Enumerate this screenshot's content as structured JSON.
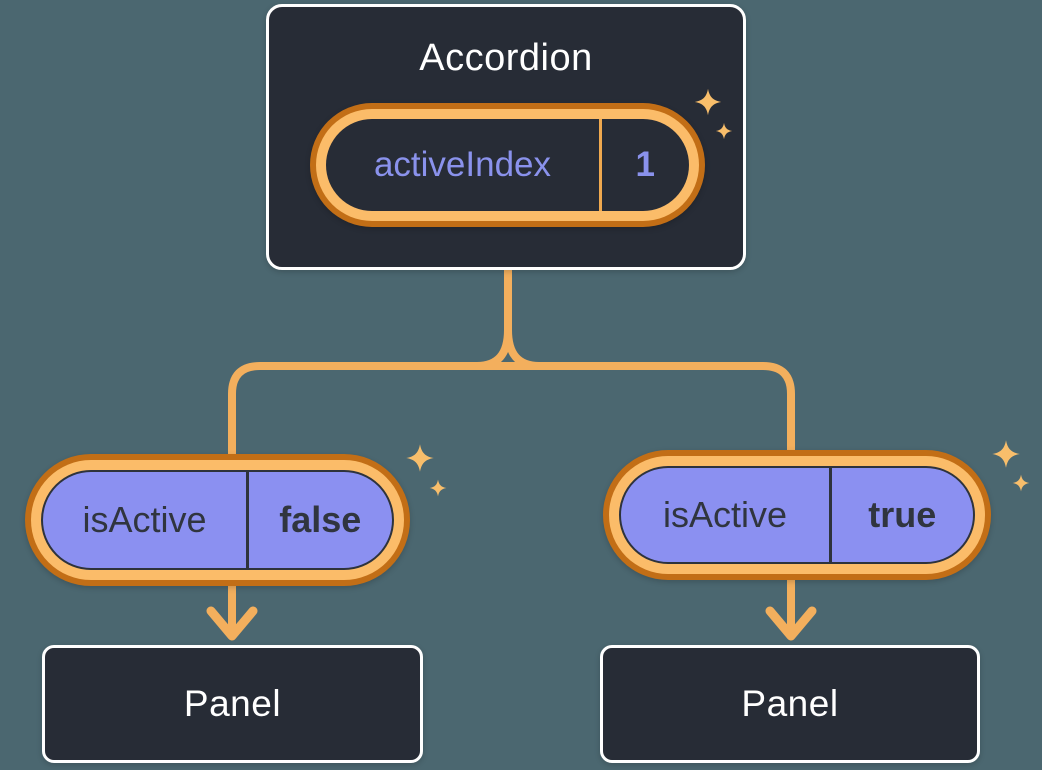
{
  "diagram": {
    "description": "React component tree: Accordion holds activeIndex state, passes isActive down to two Panels",
    "root": {
      "title": "Accordion",
      "state": {
        "label": "activeIndex",
        "value": "1"
      }
    },
    "children": [
      {
        "state": {
          "label": "isActive",
          "value": "false"
        },
        "panel_title": "Panel"
      },
      {
        "state": {
          "label": "isActive",
          "value": "true"
        },
        "panel_title": "Panel"
      }
    ],
    "icons": [
      "sparkle-icon"
    ],
    "colors": {
      "background": "#4B6770",
      "node_fill": "#272C36",
      "node_border": "#FFFFFF",
      "highlight_ring_outer": "#C26E16",
      "highlight_ring_inner": "#FBBC69",
      "connector_orange": "#F3AF5D",
      "state_purple_fill": "#8B90F1",
      "state_text_periwinkle": "#8A92EC",
      "state_text_dark": "#30353F",
      "sparkle": "#F8BE6B"
    }
  }
}
